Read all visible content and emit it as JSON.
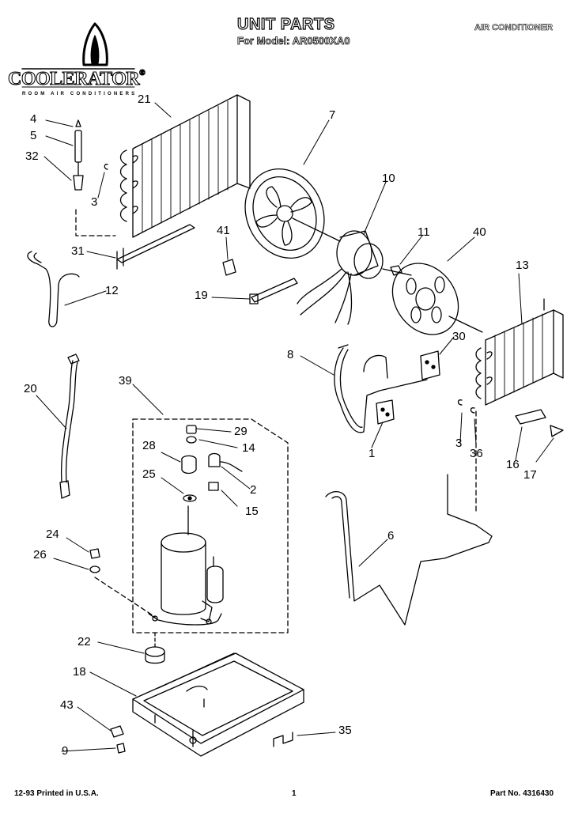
{
  "header": {
    "title": "UNIT PARTS",
    "model": "For Model: AR0500XA0",
    "product": "AIR CONDITIONER",
    "brand": "COOLERATOR",
    "brand_mark": "®",
    "tagline": "ROOM AIR CONDITIONERS"
  },
  "footer": {
    "printed": "12-93 Printed in U.S.A.",
    "page": "1",
    "part_no": "Part No. 4316430"
  },
  "callouts": [
    "4",
    "5",
    "32",
    "3",
    "21",
    "7",
    "10",
    "11",
    "40",
    "41",
    "31",
    "12",
    "19",
    "13",
    "30",
    "8",
    "20",
    "39",
    "29",
    "28",
    "14",
    "25",
    "2",
    "15",
    "1",
    "3",
    "36",
    "16",
    "17",
    "6",
    "24",
    "26",
    "22",
    "18",
    "43",
    "9",
    "35"
  ]
}
